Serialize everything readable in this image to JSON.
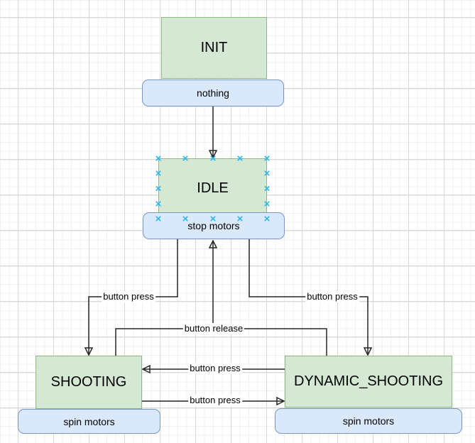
{
  "canvas": {
    "background": "#ffffff",
    "grid_minor_color": "#f1f1f1",
    "grid_major_color": "#d8d8d8"
  },
  "colors": {
    "state_fill": "#d5e8d4",
    "state_border": "#82b366",
    "action_fill": "#dae8fc",
    "action_border": "#6c8ebf",
    "edge_stroke": "#262626",
    "connection_point": "#29b6f2",
    "text": "#000000"
  },
  "states": {
    "init": {
      "label": "INIT",
      "action": "nothing"
    },
    "idle": {
      "label": "IDLE",
      "action": "stop motors",
      "selected_connection_points": true
    },
    "shooting": {
      "label": "SHOOTING",
      "action": "spin motors"
    },
    "dynamic_shooting": {
      "label": "DYNAMIC_SHOOTING",
      "action": "spin motors"
    }
  },
  "edges": {
    "init_to_idle": {
      "label": ""
    },
    "idle_to_shooting": {
      "label": "button press"
    },
    "idle_to_dynamic_shooting": {
      "label": "button press"
    },
    "shooting_dynamic_to_idle": {
      "label": "button release"
    },
    "dynamic_to_shooting": {
      "label": "button press"
    },
    "shooting_to_dynamic": {
      "label": "button press"
    }
  },
  "icons": {
    "connection_point": "x-cross",
    "arrowhead": "filled-triangle"
  }
}
